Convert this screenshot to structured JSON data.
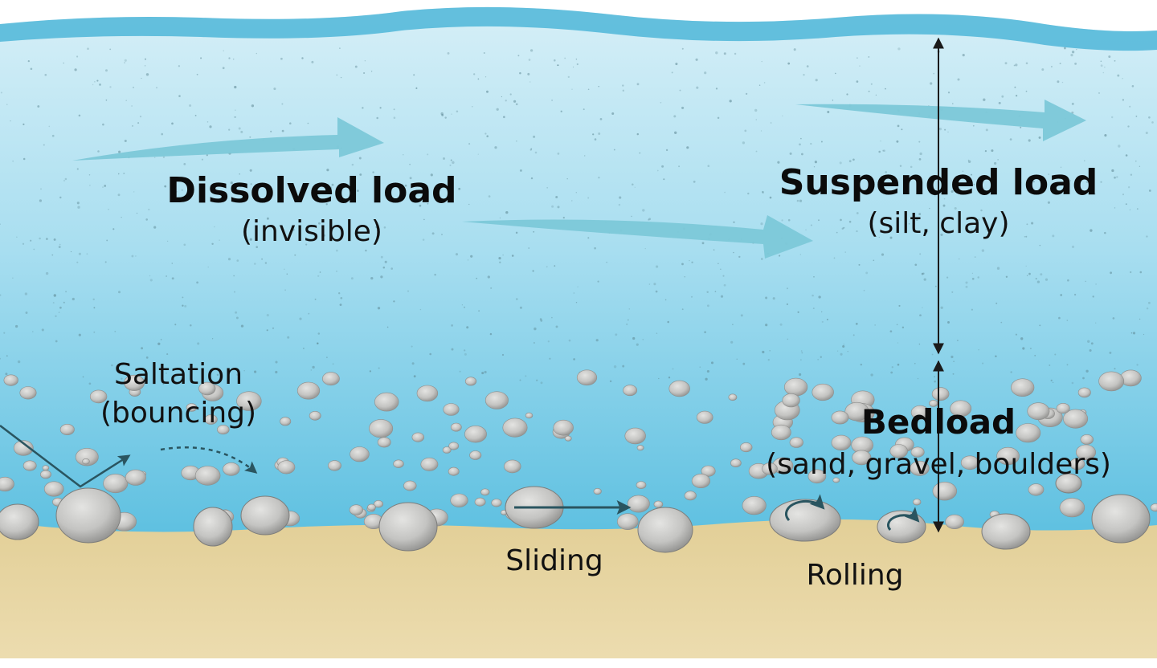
{
  "labels": {
    "dissolved_title": "Dissolved load",
    "dissolved_sub": "(invisible)",
    "suspended_title": "Suspended load",
    "suspended_sub": "(silt, clay)",
    "bedload_title": "Bedload",
    "bedload_sub": "(sand, gravel, boulders)",
    "saltation_title": "Saltation",
    "saltation_sub": "(bouncing)",
    "sliding": "Sliding",
    "rolling": "Rolling"
  },
  "colors": {
    "water_top": "#d6eff7",
    "water_mid": "#a8def0",
    "water_bottom": "#5bbfe0",
    "surface": "#4fb6d8",
    "current_arrow": "#7cc8d8",
    "sand": "#e6d6a4",
    "sand_dark": "#d9c48e",
    "pebble": "#c9c9c7",
    "pebble_shade": "#8e8e8c",
    "action_arrow": "#2a5560",
    "line": "#1a1a1a"
  }
}
